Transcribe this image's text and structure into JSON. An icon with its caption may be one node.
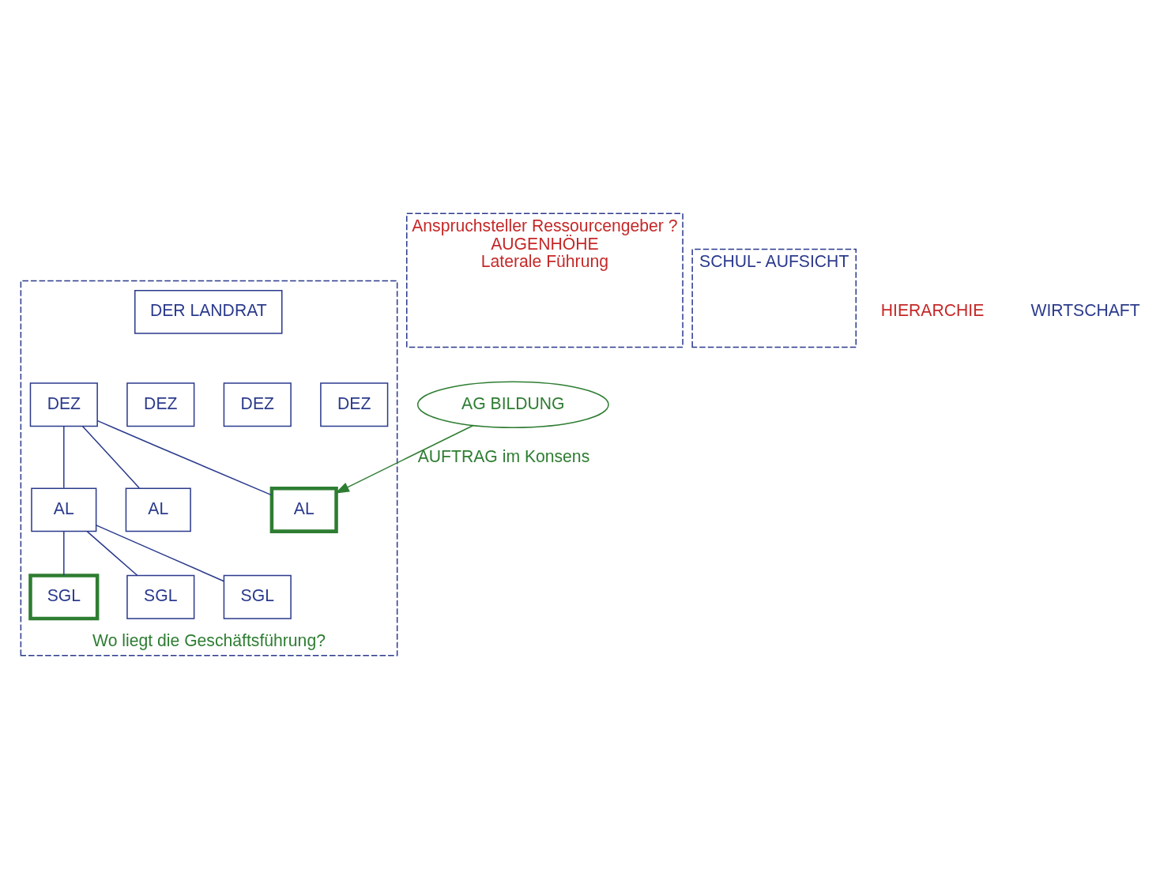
{
  "diagram": {
    "nodes": [
      {
        "text": [
          "Wo liegt die Geschäftsführung?"
        ]
      },
      {
        "text": [
          "DER LANDRAT"
        ],
        "in": 0
      },
      {
        "text": [
          "DEZ"
        ],
        "in": 0
      },
      {
        "text": [
          "DEZ"
        ],
        "in": 0
      },
      {
        "text": [
          "DEZ"
        ],
        "in": 0
      },
      {
        "text": [
          "DEZ"
        ],
        "in": 0
      },
      {
        "text": [
          "AL"
        ],
        "in": 0
      },
      {
        "text": [
          "AL"
        ],
        "in": 0
      },
      {
        "text": [
          "AL"
        ],
        "in": 0
      },
      {
        "text": [
          "SGL"
        ],
        "in": 0
      },
      {
        "text": [
          "SGL"
        ],
        "in": 0
      },
      {
        "text": [
          "SGL"
        ],
        "in": 0
      },
      {
        "text": [
          "Anspruchsteller Ressourcengeber ?",
          "AUGENHÖHE",
          "Laterale Führung"
        ]
      },
      {
        "text": [
          "SCHUL- AUFSICHT"
        ]
      },
      {
        "text": [
          "AG BILDUNG"
        ]
      }
    ],
    "edges": [
      {
        "from": 2,
        "to": 6,
        "arrow": "none"
      },
      {
        "from": 2,
        "to": 7,
        "arrow": "none"
      },
      {
        "from": 2,
        "to": 8,
        "arrow": "none"
      },
      {
        "from": 6,
        "to": 9,
        "arrow": "none"
      },
      {
        "from": 6,
        "to": 10,
        "arrow": "none"
      },
      {
        "from": 6,
        "to": 11,
        "arrow": "none"
      },
      {
        "from": 14,
        "to": 8,
        "arrow": "to",
        "label": "AUFTRAG im Konsens",
        "color": "#2e7d32"
      }
    ],
    "labels": [
      "HIERARCHIE",
      "WIRTSCHAFT"
    ]
  }
}
